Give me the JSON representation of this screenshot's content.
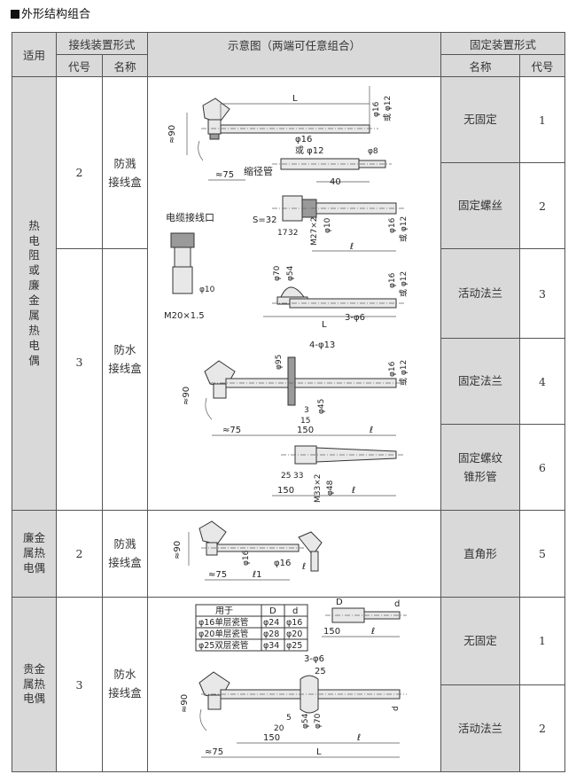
{
  "section": {
    "title": "外形结构组合"
  },
  "header": {
    "apply": "适用",
    "wiring": "接线装置形式",
    "diagram": "示意图（两端可任意组合）",
    "fixing": "固定装置形式",
    "code": "代号",
    "name": "名称",
    "fix_name": "名称",
    "fix_code": "代号"
  },
  "groups": [
    {
      "apply": [
        "热",
        "电",
        "阻",
        "或",
        "廉",
        "金",
        "属",
        "热",
        "电",
        "偶"
      ],
      "wiring": [
        {
          "code": "2",
          "name": [
            "防溅",
            "接线盒"
          ]
        },
        {
          "code": "3",
          "name": [
            "防水",
            "接线盒"
          ]
        }
      ],
      "fixings": [
        {
          "name": [
            "无固定"
          ],
          "code": "1"
        },
        {
          "name": [
            "固定螺丝"
          ],
          "code": "2"
        },
        {
          "name": [
            "活动法兰"
          ],
          "code": "3"
        },
        {
          "name": [
            "固定法兰"
          ],
          "code": "4"
        },
        {
          "name": [
            "固定螺纹",
            "锥形管"
          ],
          "code": "6"
        }
      ]
    },
    {
      "apply": [
        "廉金",
        "属热",
        "电偶"
      ],
      "wiring": [
        {
          "code": "2",
          "name": [
            "防溅",
            "接线盒"
          ]
        }
      ],
      "fixings": [
        {
          "name": [
            "直角形"
          ],
          "code": "5"
        }
      ]
    },
    {
      "apply": [
        "贵金",
        "属热",
        "电偶"
      ],
      "wiring": [
        {
          "code": "3",
          "name": [
            "防水",
            "接线盒"
          ]
        }
      ],
      "fixings": [
        {
          "name": [
            "无固定"
          ],
          "code": "1"
        },
        {
          "name": [
            "活动法兰"
          ],
          "code": "2"
        }
      ]
    }
  ],
  "diagram1": {
    "L": "L",
    "phi16": "φ16",
    "or_phi12": "或 φ12",
    "approx90": "≈90",
    "approx75": "≈75",
    "reducer": "缩径管",
    "phi16b": "φ16",
    "or_phi12b": "或 φ12",
    "phi8": "φ8",
    "d40": "40",
    "cable_port": "电缆接线口",
    "s32": "S=32",
    "d17": "17",
    "d32": "32",
    "m27": "M27×2",
    "phi10": "φ10",
    "l1": "ℓ",
    "phi16c": "φ16",
    "or_phi12c": "或 φ12",
    "phi10b": "φ10",
    "m20": "M20×1.5",
    "phi70": "φ70",
    "phi54": "φ54",
    "l2": "L",
    "three_phi6": "3-φ6",
    "phi16d": "φ16",
    "or_phi12d": "或 φ12",
    "four_phi13": "4-φ13",
    "phi95": "φ95",
    "approx90b": "≈90",
    "d3": "3",
    "d15": "15",
    "phi45": "φ45",
    "phi16e": "φ16",
    "or_phi12e": "或 φ12",
    "approx75b": "≈75",
    "d150": "150",
    "l3": "ℓ",
    "d25": "25",
    "d33": "33",
    "m33": "M33×2",
    "phi48": "φ48",
    "d150b": "150",
    "l4": "ℓ"
  },
  "diagram2": {
    "approx90": "≈90",
    "phi16": "φ16",
    "phi16b": "φ16",
    "l": "ℓ",
    "approx75": "≈75",
    "l1": "ℓ1"
  },
  "diagram3": {
    "table_head": [
      "用于",
      "D",
      "d"
    ],
    "table_rows": [
      [
        "φ16单层瓷管",
        "φ24",
        "φ16"
      ],
      [
        "φ20单层瓷管",
        "φ28",
        "φ20"
      ],
      [
        "φ25双层瓷管",
        "φ34",
        "φ25"
      ]
    ],
    "D": "D",
    "d": "d",
    "d150": "150",
    "l": "ℓ",
    "three_phi6": "3-φ6",
    "d25": "25",
    "approx90": "≈90",
    "d5": "5",
    "d20": "20",
    "phi54": "φ54",
    "phi70": "φ70",
    "d_small": "d",
    "d150b": "150",
    "l2": "ℓ",
    "approx75": "≈75",
    "L": "L"
  },
  "colors": {
    "header_bg": "#d9d9d9",
    "border": "#555555"
  }
}
